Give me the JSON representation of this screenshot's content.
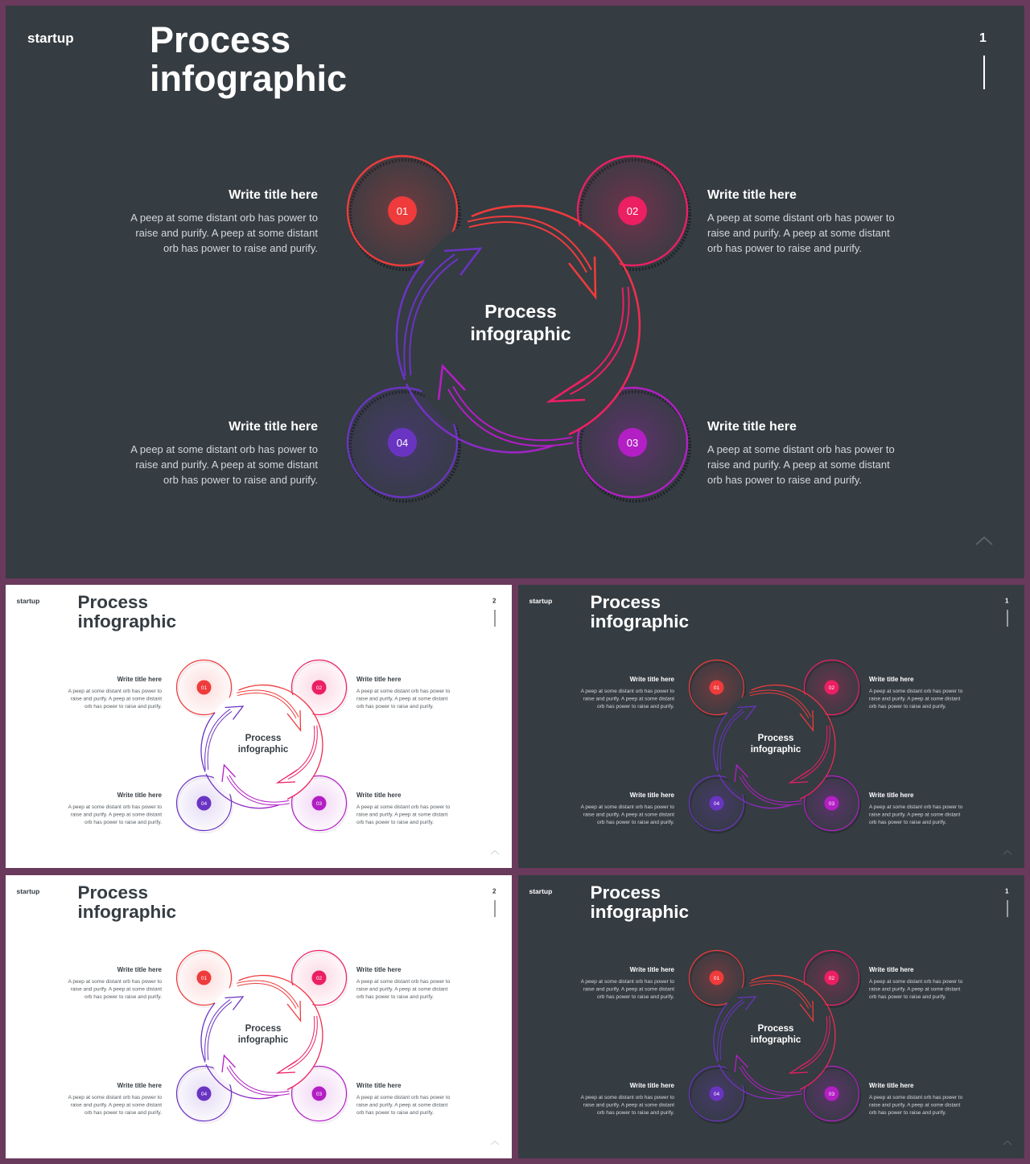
{
  "brand": "startup",
  "heading": {
    "line1": "Process",
    "line2": "infographic"
  },
  "center": {
    "line1": "Process",
    "line2": "infographic"
  },
  "steps": [
    {
      "num": "01",
      "title": "Write title here",
      "desc": "A peep at some distant orb has power to raise and purify. A peep at some distant orb has power to raise and purify.",
      "color": "#ef3b3b"
    },
    {
      "num": "02",
      "title": "Write title here",
      "desc": "A peep at some distant orb has power to raise and purify. A peep at some distant orb has power to raise and purify.",
      "color": "#ec1f63"
    },
    {
      "num": "03",
      "title": "Write title here",
      "desc": "A peep at some distant orb has power to raise and purify. A peep at some distant orb has power to raise and purify.",
      "color": "#b31fc4"
    },
    {
      "num": "04",
      "title": "Write title here",
      "desc": "A peep at some distant orb has power to raise and purify. A peep at some distant orb has power to raise and purify.",
      "color": "#6a34c2"
    }
  ],
  "slides": [
    {
      "theme": "dark",
      "page": "1"
    },
    {
      "theme": "light",
      "page": "2"
    },
    {
      "theme": "dark",
      "page": "1"
    },
    {
      "theme": "light",
      "page": "2"
    },
    {
      "theme": "dark",
      "page": "1"
    }
  ],
  "icons": {
    "scroll_up": "chevron-up-icon"
  }
}
